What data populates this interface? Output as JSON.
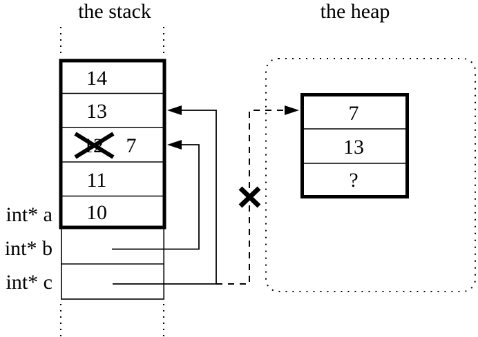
{
  "colors": {
    "ink": "#000000",
    "background": "#ffffff"
  },
  "stack": {
    "title": "the stack",
    "cells": [
      {
        "value": "14",
        "crossed_out": false
      },
      {
        "value": "13",
        "crossed_out": false
      },
      {
        "value": "12",
        "crossed_out": true,
        "replacement": "7"
      },
      {
        "value": "11",
        "crossed_out": false
      },
      {
        "value": "10",
        "crossed_out": false
      }
    ],
    "pointer_labels": [
      {
        "text": "int* a"
      },
      {
        "text": "int* b"
      },
      {
        "text": "int* c"
      }
    ]
  },
  "heap": {
    "title": "the heap",
    "cells": [
      {
        "value": "7"
      },
      {
        "value": "13"
      },
      {
        "value": "?"
      }
    ]
  }
}
